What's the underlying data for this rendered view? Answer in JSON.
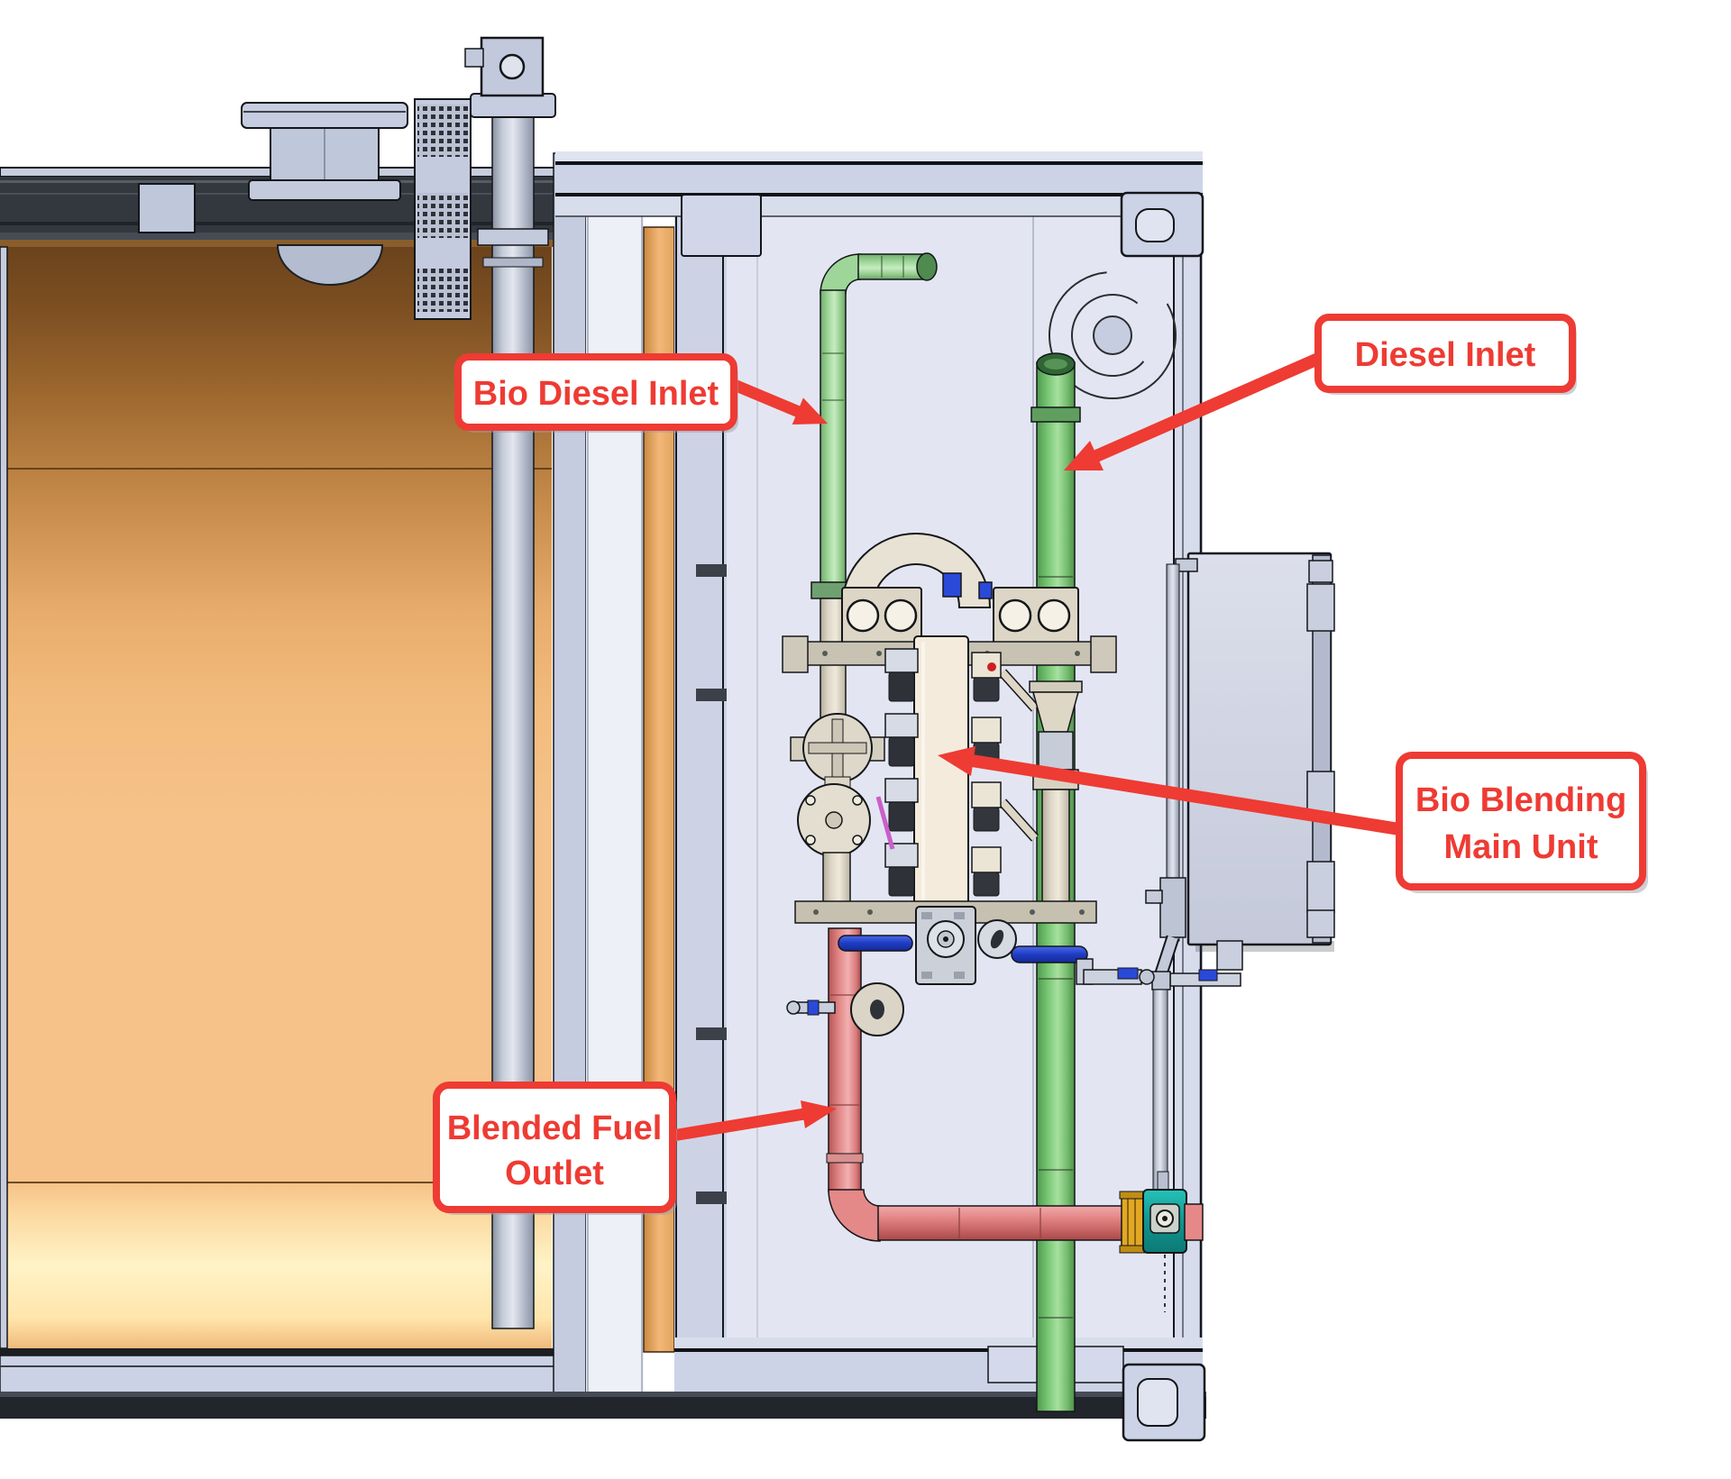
{
  "labels": {
    "bio_diesel_inlet": {
      "text": "Bio Diesel Inlet"
    },
    "diesel_inlet": {
      "text": "Diesel Inlet"
    },
    "bio_blending_main_unit": {
      "line1": "Bio Blending",
      "line2": "Main Unit"
    },
    "blended_fuel_outlet": {
      "line1": "Blended Fuel",
      "line2": "Outlet"
    }
  },
  "colors": {
    "label_red": "#ee3b33",
    "diesel_pipe_green": "#7cc878",
    "bio_diesel_pipe_green": "#9ed699",
    "blended_fuel_pipe_red": "#e48585",
    "tank_fuel_orange": "#f6c289",
    "outlet_valve_teal": "#12948e",
    "outlet_flange_gold": "#e2a824",
    "valve_handle_blue": "#1f3cc4",
    "structure_gray": "#ccd3e6"
  }
}
